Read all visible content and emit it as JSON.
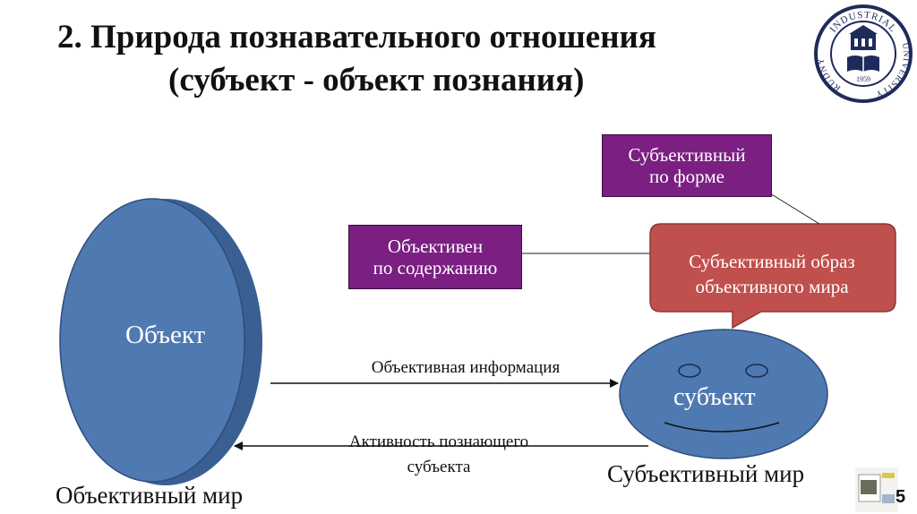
{
  "title": {
    "line1": "2. Природа познавательного отношения",
    "line2": "(субъект - объект познания)"
  },
  "logo": {
    "top_text": "INDUSTRIAL",
    "left_text": "RUDNY",
    "right_text": "UNIVERSITY",
    "year": "1959"
  },
  "diagram": {
    "object_label": "Объект",
    "subject_label": "субъект",
    "subjective_form_box": [
      "Субъективный",
      "по форме"
    ],
    "objective_content_box": [
      "Объективен",
      "по содержанию"
    ],
    "subjective_image_box": [
      "Субъективный образ",
      "объективного мира"
    ],
    "arrow_info_label": "Объективная информация",
    "arrow_activity_label": [
      "Активность познающего",
      "субъекта"
    ],
    "objective_world_label": "Объективный мир",
    "subjective_world_label": "Субъективный мир"
  },
  "colors": {
    "blue_shape": "#4f79b1",
    "blue_border": "#2e4d7b",
    "purple_box": "#7b1f82",
    "red_callout": "#c0504d",
    "logo_navy": "#1f2a5c"
  },
  "page_number": "5",
  "icons": [
    "university-seal-icon",
    "slide-thumbnail-icon"
  ]
}
